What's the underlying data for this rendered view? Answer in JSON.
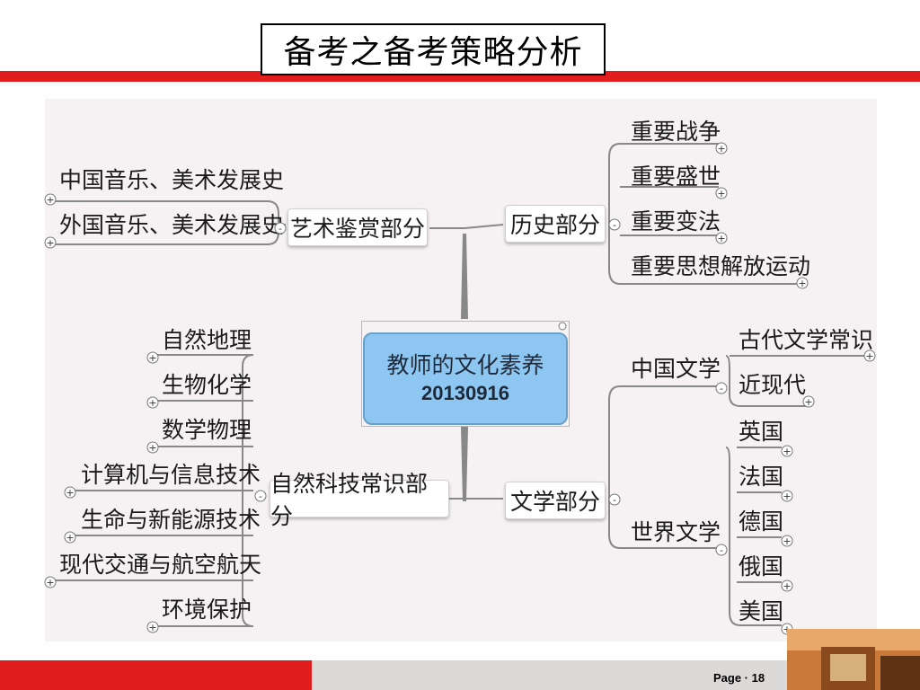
{
  "slide": {
    "title": "备考之备考策略分析",
    "page_label": "Page · 18"
  },
  "mindmap": {
    "center": {
      "title": "教师的文化素养",
      "code": "20130916"
    },
    "branches": {
      "art": {
        "label": "艺术鉴赏部分",
        "children": [
          "中国音乐、美术发展史",
          "外国音乐、美术发展史"
        ]
      },
      "history": {
        "label": "历史部分",
        "children": [
          "重要战争",
          "重要盛世",
          "重要变法",
          "重要思想解放运动"
        ]
      },
      "science": {
        "label": "自然科技常识部分",
        "children": [
          "自然地理",
          "生物化学",
          "数学物理",
          "计算机与信息技术",
          "生命与新能源技术",
          "现代交通与航空航天",
          "环境保护"
        ]
      },
      "literature": {
        "label": "文学部分",
        "chinese": {
          "label": "中国文学",
          "children": [
            "古代文学常识",
            "近现代"
          ]
        },
        "world": {
          "label": "世界文学",
          "children": [
            "英国",
            "法国",
            "德国",
            "俄国",
            "美国"
          ]
        }
      }
    }
  },
  "colors": {
    "accent_red": "#e21d1d",
    "center_fill": "#8ec6f2",
    "map_bg": "#f6f2f4"
  },
  "icons": {
    "expand": "plus-circle-icon",
    "collapse": "minus-circle-icon"
  }
}
